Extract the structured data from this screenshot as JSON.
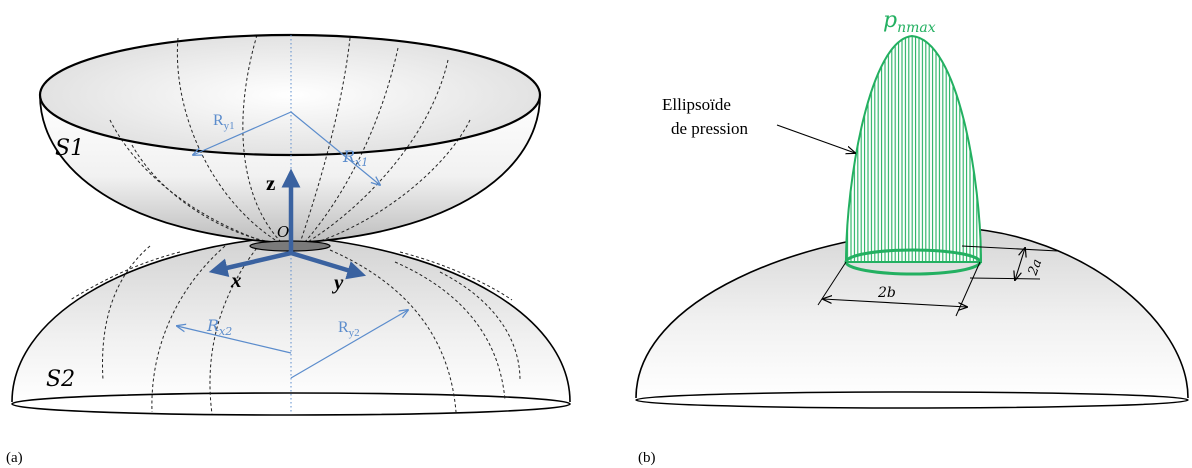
{
  "panel_a": {
    "caption": "(a)",
    "surface_top": "S1",
    "surface_bottom": "S2",
    "origin": "O",
    "axis_z": "z",
    "axis_x": "x",
    "axis_y": "y",
    "radius_y1": {
      "base": "R",
      "sub": "y1"
    },
    "radius_x1": {
      "base": "R",
      "sub": "x1"
    },
    "radius_x2": {
      "base": "R",
      "sub": "x2"
    },
    "radius_y2": {
      "base": "R",
      "sub": "y2"
    }
  },
  "panel_b": {
    "caption": "(b)",
    "pmax": {
      "base": "p",
      "sub": "nmax"
    },
    "ellipsoid_line1": "Ellipsoïde",
    "ellipsoid_line2": "de pression",
    "dim_a": "2a",
    "dim_b": "2b"
  },
  "colors": {
    "axis_blue": "#3a62a0",
    "radius_blue": "#5b8ccc",
    "pressure_green": "#23b061",
    "outline": "#000000"
  }
}
